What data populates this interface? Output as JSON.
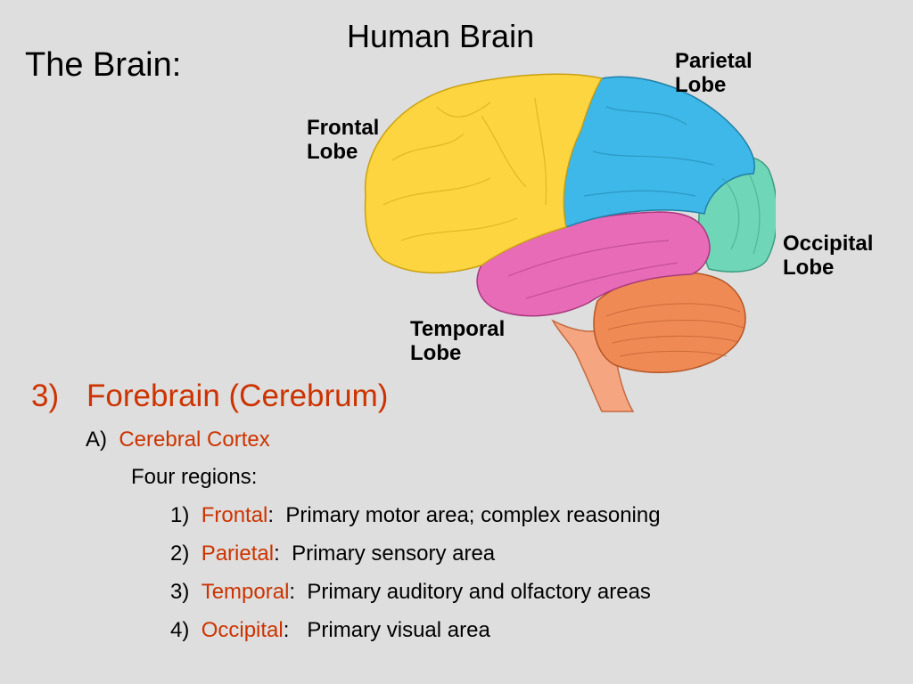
{
  "title": "Human Brain",
  "side_title": "The Brain:",
  "labels": {
    "frontal": [
      "Frontal",
      "Lobe"
    ],
    "parietal": [
      "Parietal",
      "Lobe"
    ],
    "occipital": [
      "Occipital",
      "Lobe"
    ],
    "temporal": [
      "Temporal",
      "Lobe"
    ]
  },
  "outline": {
    "number": "3)",
    "heading": "Forebrain (Cerebrum)",
    "sub_number": "A)",
    "sub_heading": "Cerebral Cortex",
    "four_regions": "Four regions:",
    "regions": [
      {
        "num": "1)",
        "name": "Frontal",
        "sep": ":",
        "desc": "Primary motor area; complex reasoning"
      },
      {
        "num": "2)",
        "name": "Parietal",
        "sep": ":",
        "desc": "Primary sensory area"
      },
      {
        "num": "3)",
        "name": "Temporal",
        "sep": ":",
        "desc": "Primary auditory and olfactory areas"
      },
      {
        "num": "4)",
        "name": "Occipital",
        "sep": ":",
        "desc": "Primary visual area"
      }
    ]
  },
  "colors": {
    "background": "#dedede",
    "accent_text": "#cc3300",
    "frontal": "#fdd540",
    "parietal": "#3db8e8",
    "temporal": "#e86bb8",
    "occipital": "#6fd6b8",
    "cerebellum": "#f08a55",
    "brainstem": "#f5a680"
  }
}
